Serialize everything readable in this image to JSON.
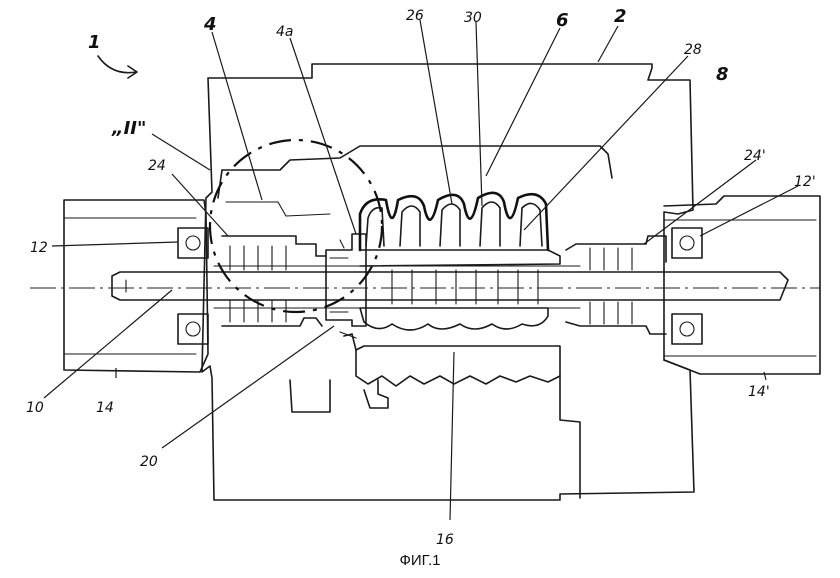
{
  "figure": {
    "caption": "ФИГ.1",
    "labels": {
      "l1": "1",
      "l2": "2",
      "l4": "4",
      "l4a": "4a",
      "l6": "6",
      "l8": "8",
      "l10": "10",
      "l12": "12",
      "l12p": "12'",
      "l14": "14",
      "l14p": "14'",
      "l16": "16",
      "l20": "20",
      "l24": "24",
      "l24p": "24'",
      "l26": "26",
      "l28": "28",
      "l30": "30",
      "lII": "„II\""
    }
  }
}
